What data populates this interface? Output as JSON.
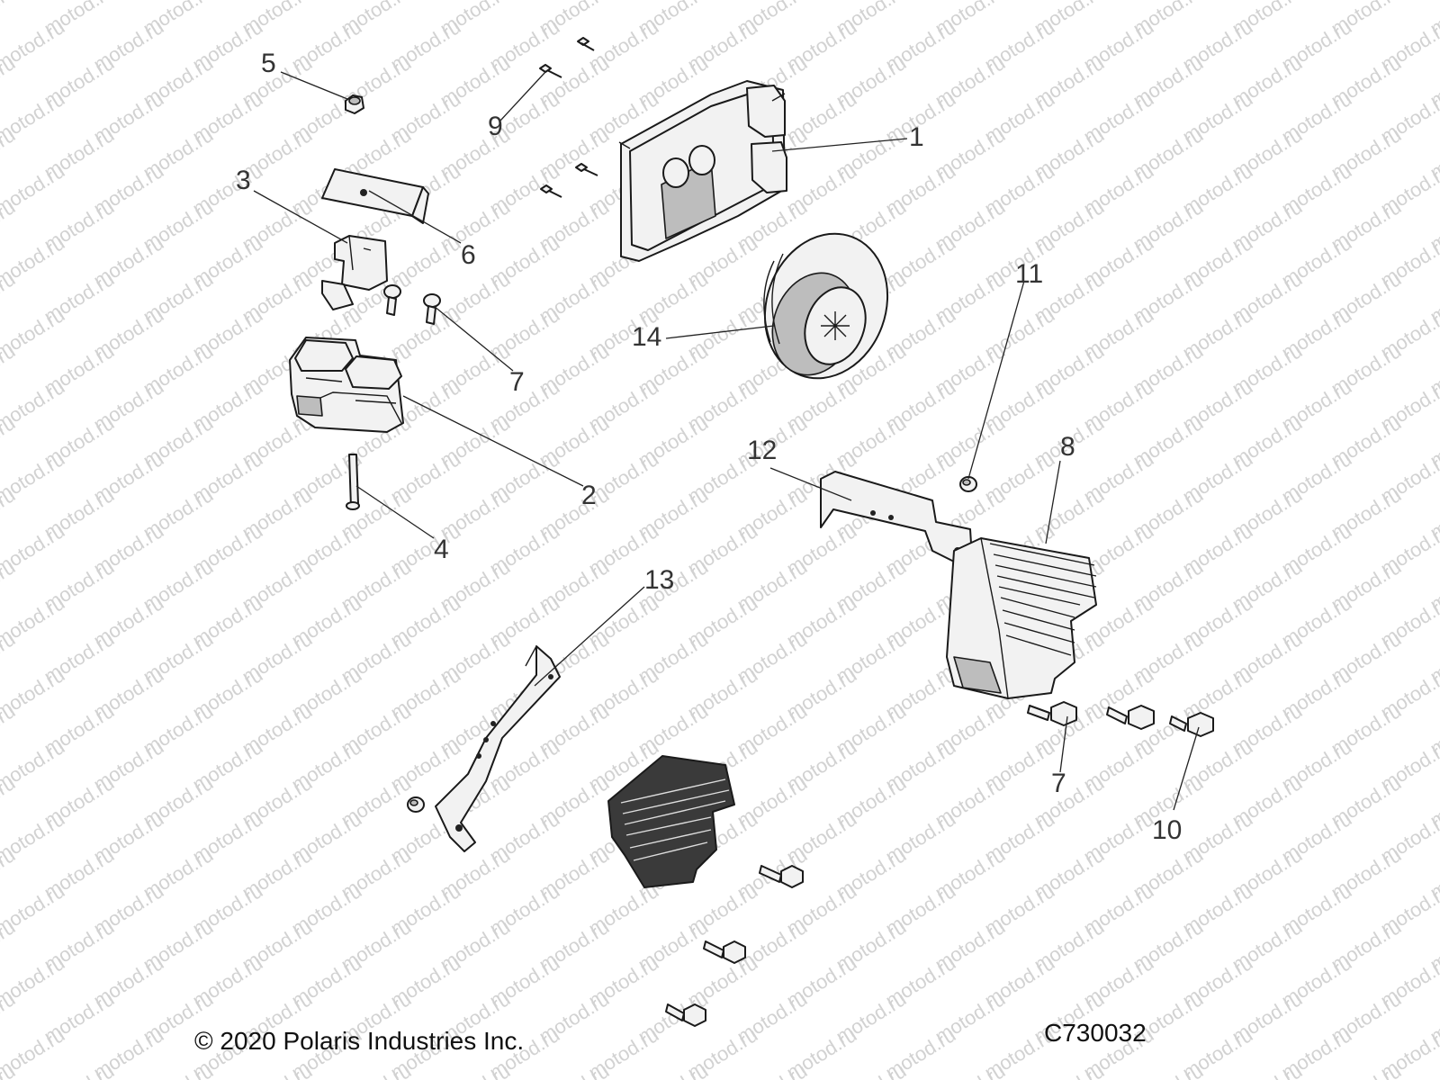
{
  "watermark": "motod.ru",
  "callouts": [
    "1",
    "2",
    "3",
    "4",
    "5",
    "6",
    "7",
    "7",
    "8",
    "9",
    "10",
    "11",
    "12",
    "13",
    "14"
  ],
  "copyright": "© 2020 Polaris Industries Inc.",
  "drawing_number": "C730032"
}
